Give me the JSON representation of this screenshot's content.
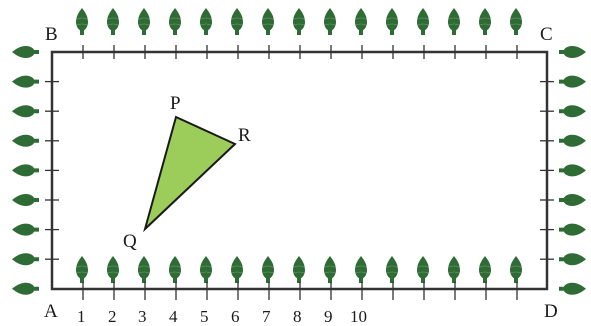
{
  "diagram": {
    "corner_labels": {
      "A": "A",
      "B": "B",
      "C": "C",
      "D": "D"
    },
    "triangle_labels": {
      "P": "P",
      "Q": "Q",
      "R": "R"
    },
    "axis_numbers": [
      "1",
      "2",
      "3",
      "4",
      "5",
      "6",
      "7",
      "8",
      "9",
      "10"
    ],
    "triangle_fill": "#9ccc5a",
    "tree_color": "#2e6b35",
    "border_color": "#333333"
  }
}
